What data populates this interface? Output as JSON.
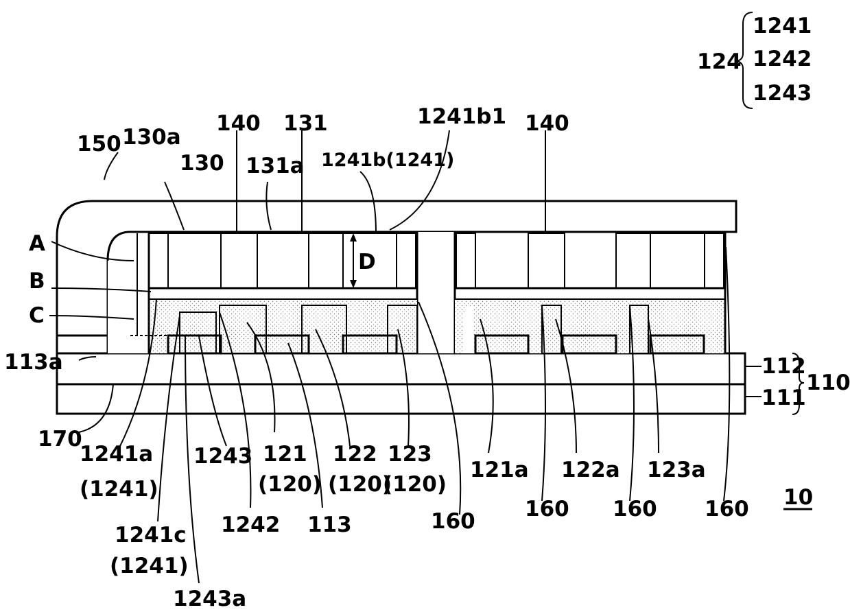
{
  "bracket_124": {
    "main": "124",
    "items": [
      "1241",
      "1242",
      "1243"
    ]
  },
  "labels": {
    "l150": "150",
    "l130a": "130a",
    "l130": "130",
    "l140a": "140",
    "l131a": "131a",
    "l131": "131",
    "l1241b": "1241b(1241)",
    "l1241b1": "1241b1",
    "l140b": "140",
    "lA": "A",
    "lB": "B",
    "lC": "C",
    "lD": "D",
    "l113a": "113a",
    "l112": "112",
    "l111": "111",
    "l110": "110",
    "l170": "170",
    "l1241a_1": "1241a",
    "l1241a_2": "(1241)",
    "l1241c_1": "1241c",
    "l1241c_2": "(1241)",
    "l1243a": "1243a",
    "l1243": "1243",
    "l1242": "1242",
    "l121_1": "121",
    "l121_2": "(120)",
    "l113": "113",
    "l122_1": "122",
    "l122_2": "(120)",
    "l123_1": "123",
    "l123_2": "(120)",
    "l160a": "160",
    "l121a": "121a",
    "l160b": "160",
    "l122a": "122a",
    "l160c": "160",
    "l123a": "123a",
    "l160d": "160",
    "l10": "10"
  }
}
